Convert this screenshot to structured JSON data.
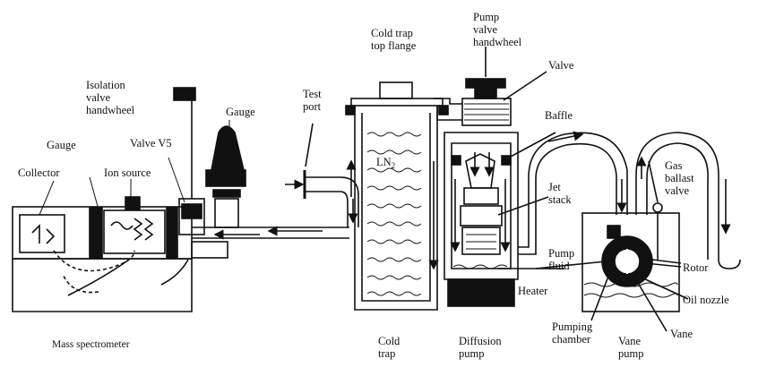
{
  "labels": {
    "isolation_valve_handwheel": "Isolation\nvalve\nhandwheel",
    "gauge_right": "Gauge",
    "gauge_left": "Gauge",
    "valve_v5": "Valve V5",
    "collector": "Collector",
    "ion_source": "Ion source",
    "test_port": "Test\nport",
    "cold_trap_top_flange": "Cold trap\ntop flange",
    "ln2_main": "LN",
    "ln2_sub": "2",
    "pump_valve_handwheel": "Pump\nvalve\nhandwheel",
    "valve": "Valve",
    "baffle": "Baffle",
    "jet_stack": "Jet\nstack",
    "gas_ballast_valve": "Gas\nballast\nvalve",
    "pump_fluid": "Pump\nfluid",
    "rotor": "Rotor",
    "heater": "Heater",
    "oil_nozzle": "Oil nozzle",
    "pumping_chamber": "Pumping\nchamber",
    "vane": "Vane",
    "mass_spectrometer": "Mass spectrometer",
    "cold_trap": "Cold\ntrap",
    "diffusion_pump": "Diffusion\npump",
    "vane_pump": "Vane\npump"
  },
  "colors": {
    "ink": "#111111",
    "paper": "#ffffff"
  }
}
